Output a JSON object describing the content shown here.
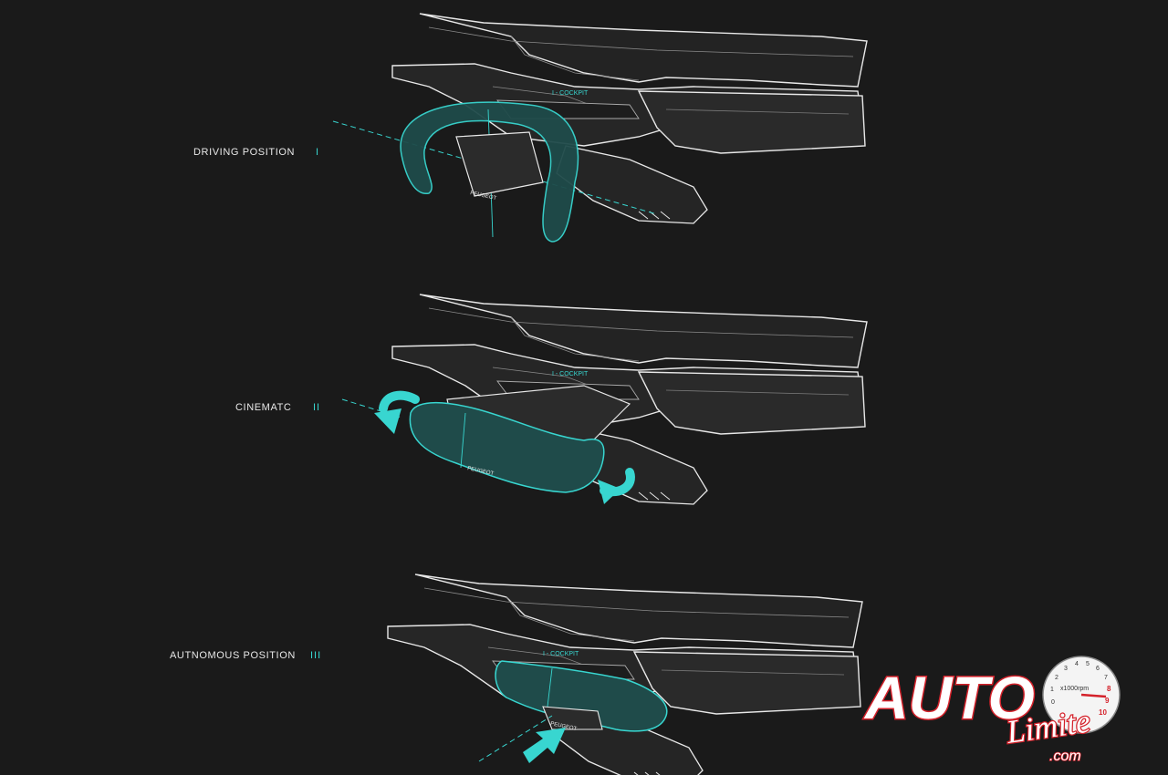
{
  "positions": [
    {
      "label": "DRIVING POSITION",
      "numeral": "I",
      "panel_text": "I - COCKPIT",
      "brand_text": "PEUGEOT"
    },
    {
      "label": "CINEMATC",
      "numeral": "II",
      "panel_text": "I - COCKPIT",
      "brand_text": "PEUGEOT"
    },
    {
      "label": "AUTNOMOUS POSITION",
      "numeral": "III",
      "panel_text": "I - COCKPIT",
      "brand_text": "PEUGEOT"
    }
  ],
  "watermark": {
    "word": "AUTO",
    "sub": "Limite",
    "domain": ".com",
    "gauge_text": "x1000rpm",
    "gauge_ticks": [
      "0",
      "1",
      "2",
      "3",
      "4",
      "5",
      "6",
      "7",
      "8",
      "9",
      "10"
    ]
  },
  "colors": {
    "background": "#1a1a1a",
    "accent_teal": "#38d6d0",
    "line_white": "#e8e8e8",
    "logo_red": "#d4212a"
  }
}
